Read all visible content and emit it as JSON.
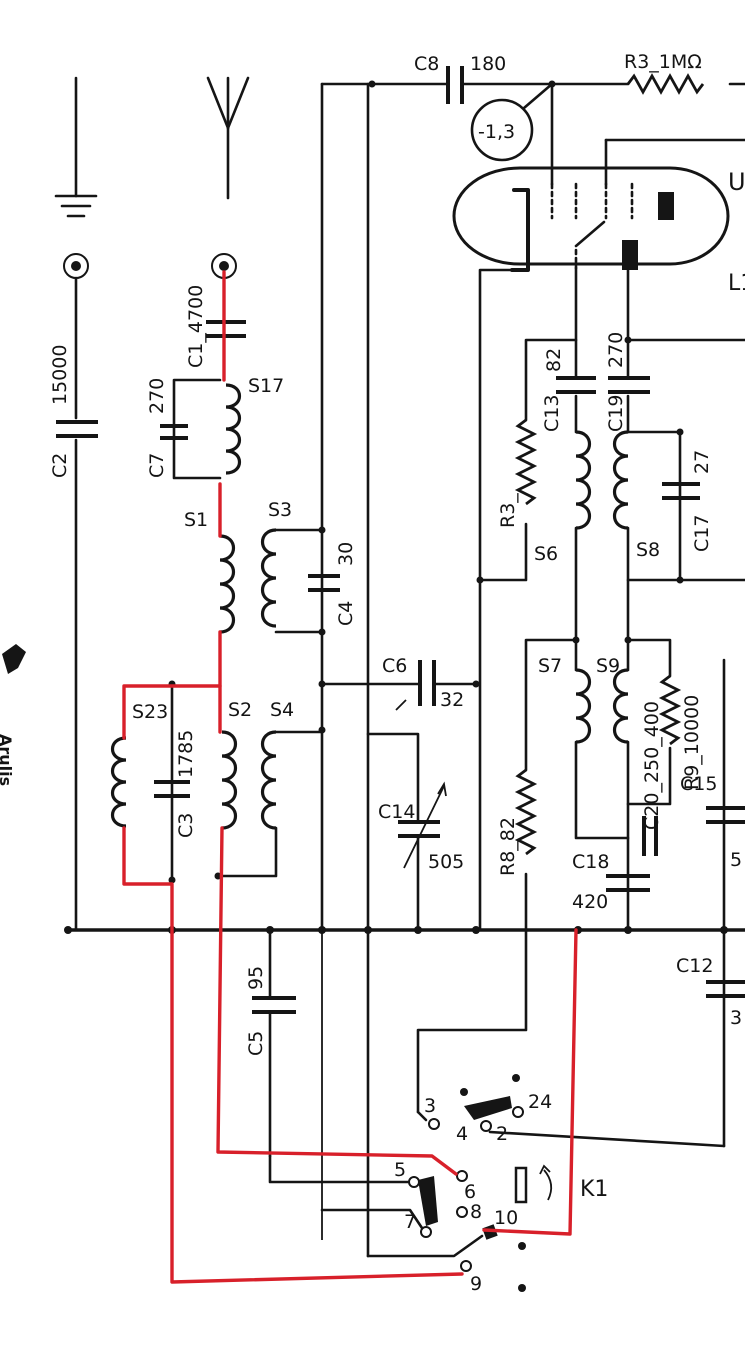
{
  "colors": {
    "ink": "#151515",
    "highlight_path": "#d8202a",
    "paper": "#ffffff"
  },
  "components": {
    "C8": "C8",
    "C8_val": "180",
    "R3_top": "R3_1MΩ",
    "bias": "-1,3",
    "C1": "C1_4700",
    "C2": "C2",
    "C2_val": "15000",
    "C7": "C7",
    "C7_val": "270",
    "S17": "S17",
    "S1": "S1",
    "S3": "S3",
    "C4": "C4",
    "C4_val": "30",
    "S23": "S23",
    "S2": "S2",
    "S4": "S4",
    "C3": "C3",
    "C3_val": "1785",
    "C6": "C6",
    "C6_val": "32",
    "C14": "C14",
    "C14_val": "505",
    "R3_mid": "R3_",
    "C13": "C13",
    "C13_val": "82",
    "C19": "C19",
    "C19_val": "270",
    "S6": "S6",
    "S8": "S8",
    "C17": "C17",
    "C17_val": "27",
    "S7": "S7",
    "S9": "S9",
    "R9": "R9_10000",
    "C20": "C20_250_400",
    "R8": "R8_82",
    "C18": "C18",
    "C18_val": "420",
    "C15": "C15",
    "C15_val": "5",
    "C12": "C12",
    "C12_val": "3",
    "C5": "C5",
    "C5_val": "95",
    "tube_letter": "U",
    "tube_label_2": "L1",
    "side_text": "Arulis"
  },
  "switch": {
    "name": "K1",
    "contacts": [
      "2",
      "3",
      "4",
      "5",
      "6",
      "7",
      "8",
      "9",
      "10",
      "24"
    ]
  }
}
